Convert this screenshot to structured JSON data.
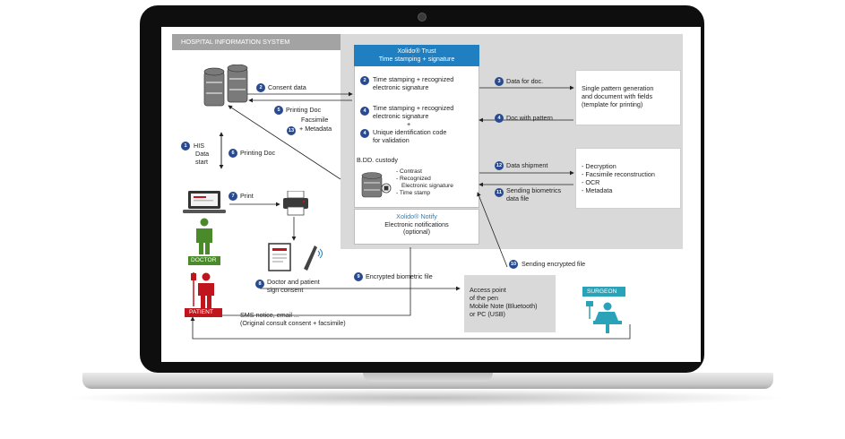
{
  "his_title": "HOSPITAL INFORMATION SYSTEM",
  "xolido_trust": {
    "title": "Xolido® Trust",
    "subtitle": "Time stamping + signature"
  },
  "xolido_notify": {
    "title": "Xolido® Notify",
    "line1": "Electronic notifications",
    "line2": "(optional)"
  },
  "colors": {
    "his_grey": "#a3a3a3",
    "trust_blue": "#1f7fc1",
    "badge_blue": "#2a4a8f",
    "doctor_green": "#4a8a2a",
    "patient_red": "#c0151d",
    "surgeon_teal": "#2aa3b8",
    "panel_grey": "#d9d9d9"
  },
  "steps": {
    "s1": {
      "num": "1",
      "l1": "HIS",
      "l2": "Data",
      "l3": "start"
    },
    "s2": {
      "num": "2",
      "text": "Consent data"
    },
    "s2b": {
      "num": "2",
      "l1": "Time stamping + recognized",
      "l2": "electronic signature"
    },
    "s3": {
      "num": "3",
      "text": "Data for doc."
    },
    "s4": {
      "num": "4",
      "text": "Doc with pattern"
    },
    "s4b": {
      "num": "4",
      "l1": "Time stamping + recognized",
      "l2": "electronic signature",
      "plus": "+"
    },
    "s4c": {
      "num": "4",
      "l1": "Unique identification code",
      "l2": "for validation"
    },
    "s5": {
      "num": "5",
      "text": "Printing Doc"
    },
    "s6": {
      "num": "6",
      "text": "Printing Doc"
    },
    "s7": {
      "num": "7",
      "text": "Print"
    },
    "s8": {
      "num": "8",
      "l1": "Doctor and patient",
      "l2": "sign consent"
    },
    "s9": {
      "num": "9",
      "text": "Encrypted biometric file"
    },
    "s10": {
      "num": "10",
      "text": "Sending encrypted file"
    },
    "s11": {
      "num": "11",
      "l1": "Sending biometrics",
      "l2": "data file"
    },
    "s12": {
      "num": "12",
      "text": "Data shipment"
    },
    "s13": {
      "num": "13",
      "l1": "Facsimile",
      "l2": "+ Metadata"
    }
  },
  "bdd": {
    "title": "B.DD. custody",
    "i1": "- Contrast",
    "i2": "-  Recognized",
    "i3": "Electronic signature",
    "i4": "- Time stamp"
  },
  "pattern_box": {
    "l1": "Single pattern generation",
    "l2": "and document with fields",
    "l3": "(template for printing)"
  },
  "process_box": {
    "l1": "- Decryption",
    "l2": "- Facsimile reconstruction",
    "l3": "- OCR",
    "l4": "- Metadata"
  },
  "access_box": {
    "l1": "Access point",
    "l2": "of the pen",
    "l3": "Mobile Note (Bluetooth)",
    "l4": "or PC (USB)"
  },
  "sms": {
    "l1": "SMS notice, email ...",
    "l2": "(Original consult consent + facsimile)"
  },
  "labels": {
    "doctor": "DOCTOR",
    "patient": "PATIENT",
    "surgeon": "SURGEON"
  },
  "icons": [
    "database-icon",
    "laptop-icon",
    "printer-icon",
    "document-icon",
    "pen-icon",
    "doctor-icon",
    "patient-icon",
    "surgeon-icon",
    "arrow-icon"
  ]
}
